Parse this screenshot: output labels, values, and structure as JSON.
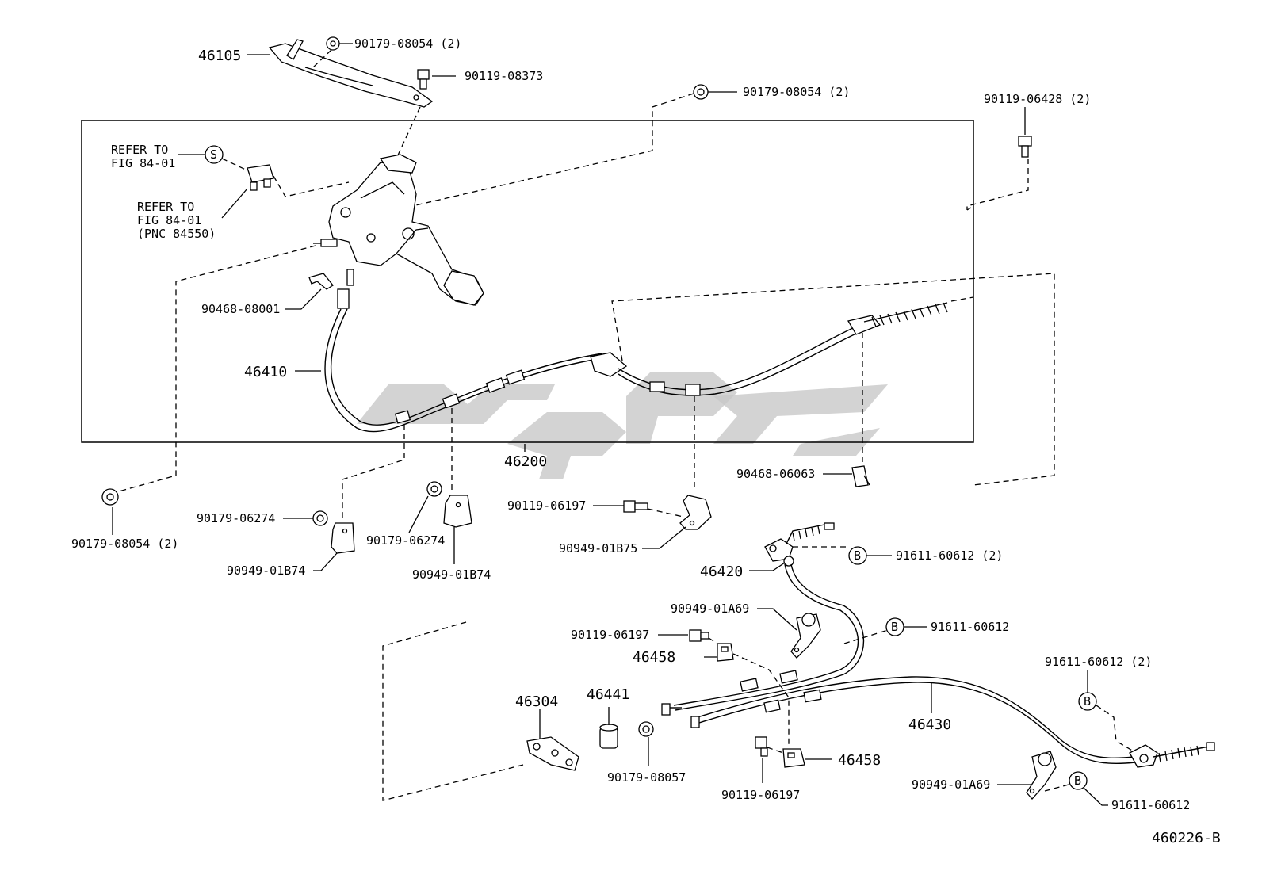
{
  "labels": {
    "p46105": "46105",
    "p90179_08054_a": "90179-08054 (2)",
    "p90119_08373": "90119-08373",
    "p90179_08054_b": "90179-08054 (2)",
    "p90119_06428": "90119-06428 (2)",
    "refer1_line1": "REFER TO",
    "refer1_line2": "FIG 84-01",
    "refer2_line1": "REFER TO",
    "refer2_line2": "FIG 84-01",
    "refer2_line3": "(PNC 84550)",
    "marker_s": "S",
    "p90468_08001": "90468-08001",
    "p46410": "46410",
    "p46200": "46200",
    "p90468_06063": "90468-06063",
    "p90179_08054_c": "90179-08054 (2)",
    "p90179_06274_a": "90179-06274",
    "p90179_06274_b": "90179-06274",
    "p90949_01B74_a": "90949-01B74",
    "p90949_01B74_b": "90949-01B74",
    "p90119_06197_a": "90119-06197",
    "p90949_01B75": "90949-01B75",
    "p46420": "46420",
    "marker_b1": "B",
    "p91611_60612_a": "91611-60612 (2)",
    "p90949_01A69_a": "90949-01A69",
    "marker_b2": "B",
    "p91611_60612_b": "91611-60612",
    "p90119_06197_b": "90119-06197",
    "p46458_a": "46458",
    "p91611_60612_c": "91611-60612 (2)",
    "marker_b3": "B",
    "p46304": "46304",
    "p46441": "46441",
    "p46430": "46430",
    "p46458_b": "46458",
    "p90179_08057": "90179-08057",
    "p90119_06197_c": "90119-06197",
    "p90949_01A69_b": "90949-01A69",
    "marker_b4": "B",
    "p91611_60612_d": "91611-60612",
    "drawing_no": "460226-B"
  }
}
